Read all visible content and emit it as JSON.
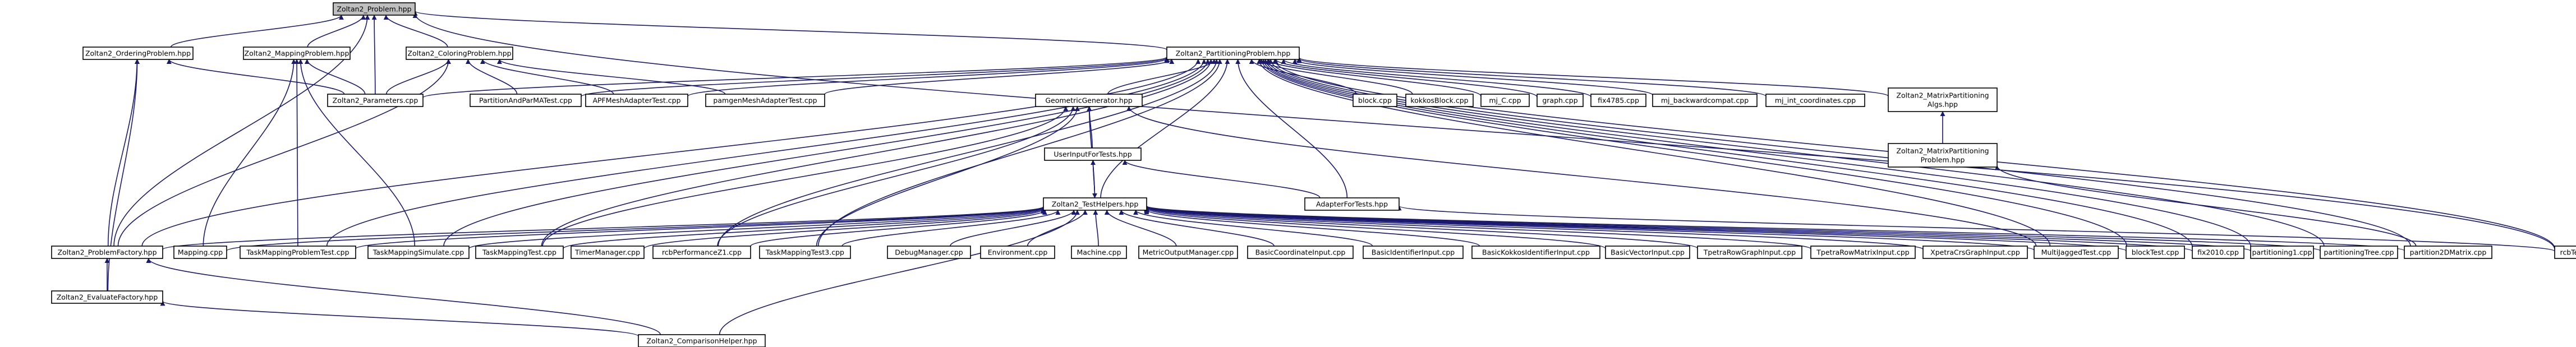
{
  "colors": {
    "node_fill": "#ffffff",
    "focus_fill": "#bfbfbf",
    "edge": "#191970",
    "highlight_border": "#ff0000",
    "text": "#000000"
  },
  "nodes": [
    {
      "id": "problem",
      "lines": [
        "Zoltan2_Problem.hpp"
      ],
      "style": "focus"
    },
    {
      "id": "ordering",
      "lines": [
        "Zoltan2_OrderingProblem.hpp"
      ]
    },
    {
      "id": "mapping",
      "lines": [
        "Zoltan2_MappingProblem.hpp"
      ]
    },
    {
      "id": "coloring",
      "lines": [
        "Zoltan2_ColoringProblem.hpp"
      ]
    },
    {
      "id": "partitioning",
      "lines": [
        "Zoltan2_PartitioningProblem.hpp"
      ]
    },
    {
      "id": "parameters",
      "lines": [
        "Zoltan2_Parameters.cpp"
      ]
    },
    {
      "id": "partitionandparma",
      "lines": [
        "PartitionAndParMATest.cpp"
      ]
    },
    {
      "id": "apfmesh",
      "lines": [
        "APFMeshAdapterTest.cpp"
      ]
    },
    {
      "id": "pamgen",
      "lines": [
        "pamgenMeshAdapterTest.cpp"
      ]
    },
    {
      "id": "block",
      "lines": [
        "block.cpp"
      ]
    },
    {
      "id": "kokkosblock",
      "lines": [
        "kokkosBlock.cpp"
      ]
    },
    {
      "id": "mjc",
      "lines": [
        "mj_C.cpp"
      ]
    },
    {
      "id": "graph",
      "lines": [
        "graph.cpp"
      ]
    },
    {
      "id": "fix4785",
      "lines": [
        "fix4785.cpp"
      ]
    },
    {
      "id": "mjbackward",
      "lines": [
        "mj_backwardcompat.cpp"
      ]
    },
    {
      "id": "mjint",
      "lines": [
        "mj_int_coordinates.cpp"
      ]
    },
    {
      "id": "matrixalgs",
      "lines": [
        "Zoltan2_MatrixPartitioning",
        "Algs.hpp"
      ]
    },
    {
      "id": "geometric",
      "lines": [
        "GeometricGenerator.hpp"
      ]
    },
    {
      "id": "userinput",
      "lines": [
        "UserInputForTests.hpp"
      ]
    },
    {
      "id": "matrixproblem",
      "lines": [
        "Zoltan2_MatrixPartitioning",
        "Problem.hpp"
      ]
    },
    {
      "id": "adapterfortests",
      "lines": [
        "AdapterForTests.hpp"
      ]
    },
    {
      "id": "testhelpers",
      "lines": [
        "Zoltan2_TestHelpers.hpp"
      ],
      "style": "highlight"
    },
    {
      "id": "problemfactory",
      "lines": [
        "Zoltan2_ProblemFactory.hpp"
      ]
    },
    {
      "id": "mappingcpp",
      "lines": [
        "Mapping.cpp"
      ]
    },
    {
      "id": "tmproblemtest",
      "lines": [
        "TaskMappingProblemTest.cpp"
      ]
    },
    {
      "id": "tmsimulate",
      "lines": [
        "TaskMappingSimulate.cpp"
      ]
    },
    {
      "id": "tmtest",
      "lines": [
        "TaskMappingTest.cpp"
      ]
    },
    {
      "id": "timermanager",
      "lines": [
        "TimerManager.cpp"
      ]
    },
    {
      "id": "zperf",
      "lines": [
        "rcbPerformanceZ1.cpp"
      ]
    },
    {
      "id": "tmtest3",
      "lines": [
        "TaskMappingTest3.cpp"
      ]
    },
    {
      "id": "debugmanager",
      "lines": [
        "DebugManager.cpp"
      ]
    },
    {
      "id": "environment",
      "lines": [
        "Environment.cpp"
      ]
    },
    {
      "id": "machine",
      "lines": [
        "Machine.cpp"
      ]
    },
    {
      "id": "metricoutput",
      "lines": [
        "MetricOutputManager.cpp"
      ]
    },
    {
      "id": "basiccoord",
      "lines": [
        "BasicCoordinateInput.cpp"
      ]
    },
    {
      "id": "basicident",
      "lines": [
        "BasicIdentifierInput.cpp"
      ]
    },
    {
      "id": "basickokkos",
      "lines": [
        "BasicKokkosIdentifierInput.cpp"
      ]
    },
    {
      "id": "basicvector",
      "lines": [
        "BasicVectorInput.cpp"
      ]
    },
    {
      "id": "tpetrarowgraph",
      "lines": [
        "TpetraRowGraphInput.cpp"
      ]
    },
    {
      "id": "tpetrarowmatrix",
      "lines": [
        "TpetraRowMatrixInput.cpp"
      ]
    },
    {
      "id": "xpetracrs",
      "lines": [
        "XpetraCrsGraphInput.cpp"
      ]
    },
    {
      "id": "multijagged",
      "lines": [
        "MultiJaggedTest.cpp"
      ]
    },
    {
      "id": "blocktest",
      "lines": [
        "blockTest.cpp"
      ]
    },
    {
      "id": "fix2010",
      "lines": [
        "fix2010.cpp"
      ]
    },
    {
      "id": "partitioning1",
      "lines": [
        "partitioning1.cpp"
      ]
    },
    {
      "id": "partitioningtree",
      "lines": [
        "partitioningTree.cpp"
      ]
    },
    {
      "id": "partition2d",
      "lines": [
        "partition2DMatrix.cpp"
      ]
    },
    {
      "id": "rcbtest",
      "lines": [
        "rcbTest.cpp"
      ]
    },
    {
      "id": "evaluatefactory",
      "lines": [
        "Zoltan2_EvaluateFactory.hpp"
      ]
    },
    {
      "id": "comparisonhelper",
      "lines": [
        "Zoltan2_ComparisonHelper.hpp"
      ]
    }
  ],
  "edges": [
    [
      "ordering",
      "problem"
    ],
    [
      "mapping",
      "problem"
    ],
    [
      "coloring",
      "problem"
    ],
    [
      "partitioning",
      "problem"
    ],
    [
      "parameters",
      "problem"
    ],
    [
      "problemfactory",
      "problem"
    ],
    [
      "rcbtest",
      "problem"
    ],
    [
      "parameters",
      "ordering"
    ],
    [
      "problemfactory",
      "ordering"
    ],
    [
      "evaluatefactory",
      "ordering"
    ],
    [
      "parameters",
      "mapping"
    ],
    [
      "mappingcpp",
      "mapping"
    ],
    [
      "tmproblemtest",
      "mapping"
    ],
    [
      "tmsimulate",
      "mapping"
    ],
    [
      "parameters",
      "coloring"
    ],
    [
      "partitionandparma",
      "coloring"
    ],
    [
      "apfmesh",
      "coloring"
    ],
    [
      "pamgen",
      "coloring"
    ],
    [
      "problemfactory",
      "coloring"
    ],
    [
      "parameters",
      "partitioning"
    ],
    [
      "partitionandparma",
      "partitioning"
    ],
    [
      "apfmesh",
      "partitioning"
    ],
    [
      "pamgen",
      "partitioning"
    ],
    [
      "block",
      "partitioning"
    ],
    [
      "kokkosblock",
      "partitioning"
    ],
    [
      "mjc",
      "partitioning"
    ],
    [
      "graph",
      "partitioning"
    ],
    [
      "fix4785",
      "partitioning"
    ],
    [
      "mjbackward",
      "partitioning"
    ],
    [
      "mjint",
      "partitioning"
    ],
    [
      "matrixalgs",
      "partitioning"
    ],
    [
      "geometric",
      "partitioning"
    ],
    [
      "adapterfortests",
      "partitioning"
    ],
    [
      "testhelpers",
      "partitioning"
    ],
    [
      "problemfactory",
      "partitioning"
    ],
    [
      "tmproblemtest",
      "partitioning"
    ],
    [
      "tmsimulate",
      "partitioning"
    ],
    [
      "tmtest",
      "partitioning"
    ],
    [
      "zperf",
      "partitioning"
    ],
    [
      "tmtest3",
      "partitioning"
    ],
    [
      "multijagged",
      "partitioning"
    ],
    [
      "blocktest",
      "partitioning"
    ],
    [
      "fix2010",
      "partitioning"
    ],
    [
      "partitioning1",
      "partitioning"
    ],
    [
      "partitioningtree",
      "partitioning"
    ],
    [
      "partition2d",
      "partitioning"
    ],
    [
      "rcbtest",
      "partitioning"
    ],
    [
      "matrixproblem",
      "matrixalgs"
    ],
    [
      "partition2d",
      "matrixproblem"
    ],
    [
      "userinput",
      "geometric"
    ],
    [
      "testhelpers",
      "geometric"
    ],
    [
      "tmtest",
      "geometric"
    ],
    [
      "zperf",
      "geometric"
    ],
    [
      "tmtest3",
      "geometric"
    ],
    [
      "multijagged",
      "geometric"
    ],
    [
      "testhelpers",
      "userinput"
    ],
    [
      "adapterfortests",
      "userinput"
    ],
    [
      "rcbtest",
      "adapterfortests"
    ],
    [
      "userinput",
      "testhelpers"
    ],
    [
      "problemfactory",
      "testhelpers"
    ],
    [
      "mappingcpp",
      "testhelpers"
    ],
    [
      "tmproblemtest",
      "testhelpers"
    ],
    [
      "tmsimulate",
      "testhelpers"
    ],
    [
      "tmtest",
      "testhelpers"
    ],
    [
      "timermanager",
      "testhelpers"
    ],
    [
      "zperf",
      "testhelpers"
    ],
    [
      "tmtest3",
      "testhelpers"
    ],
    [
      "debugmanager",
      "testhelpers"
    ],
    [
      "environment",
      "testhelpers"
    ],
    [
      "machine",
      "testhelpers"
    ],
    [
      "metricoutput",
      "testhelpers"
    ],
    [
      "basiccoord",
      "testhelpers"
    ],
    [
      "basicident",
      "testhelpers"
    ],
    [
      "basickokkos",
      "testhelpers"
    ],
    [
      "basicvector",
      "testhelpers"
    ],
    [
      "tpetrarowgraph",
      "testhelpers"
    ],
    [
      "tpetrarowmatrix",
      "testhelpers"
    ],
    [
      "xpetracrs",
      "testhelpers"
    ],
    [
      "multijagged",
      "testhelpers"
    ],
    [
      "blocktest",
      "testhelpers"
    ],
    [
      "fix2010",
      "testhelpers"
    ],
    [
      "partitioning1",
      "testhelpers"
    ],
    [
      "partitioningtree",
      "testhelpers"
    ],
    [
      "partition2d",
      "testhelpers"
    ],
    [
      "comparisonhelper",
      "testhelpers"
    ],
    [
      "evaluatefactory",
      "problemfactory"
    ],
    [
      "comparisonhelper",
      "problemfactory"
    ],
    [
      "comparisonhelper",
      "evaluatefactory"
    ]
  ]
}
